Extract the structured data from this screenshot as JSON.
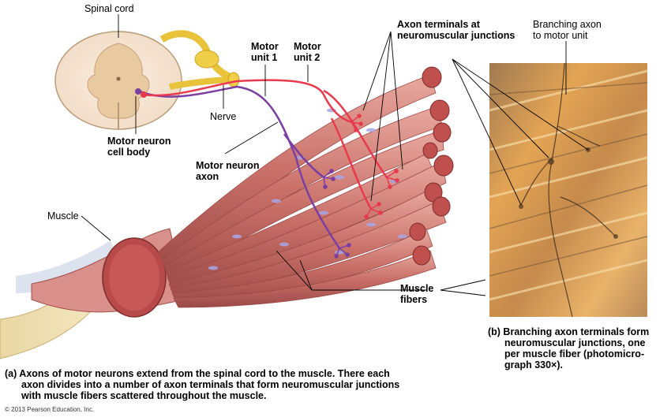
{
  "labels": {
    "spinal_cord": "Spinal cord",
    "motor_unit_1_line1": "Motor",
    "motor_unit_1_line2": "unit 1",
    "motor_unit_2_line1": "Motor",
    "motor_unit_2_line2": "unit 2",
    "axon_terminals_line1": "Axon terminals at",
    "axon_terminals_line2": "neuromuscular junctions",
    "branching_axon_line1": "Branching axon",
    "branching_axon_line2": "to motor unit",
    "nerve": "Nerve",
    "motor_neuron_cell_body_line1": "Motor neuron",
    "motor_neuron_cell_body_line2": "cell body",
    "motor_neuron_axon_line1": "Motor neuron",
    "motor_neuron_axon_line2": "axon",
    "muscle": "Muscle",
    "muscle_fibers_line1": "Muscle",
    "muscle_fibers_line2": "fibers"
  },
  "captions": {
    "a_line1": "(a) Axons of motor neurons extend from the spinal cord to the muscle. There each",
    "a_line2": "axon divides into a number of axon terminals that form neuromuscular junctions",
    "a_line3": "with muscle fibers scattered throughout the muscle.",
    "b_line1": "(b) Branching axon terminals form",
    "b_line2": "neuromuscular junctions, one",
    "b_line3": "per muscle fiber (photomicro-",
    "b_line4": "graph 330×)."
  },
  "copyright": "© 2013 Pearson Education, Inc.",
  "colors": {
    "motor_unit_1": "#7a3fa0",
    "motor_unit_2": "#e83a4e",
    "muscle": "#c8696a",
    "nerve": "#e8c33a"
  }
}
